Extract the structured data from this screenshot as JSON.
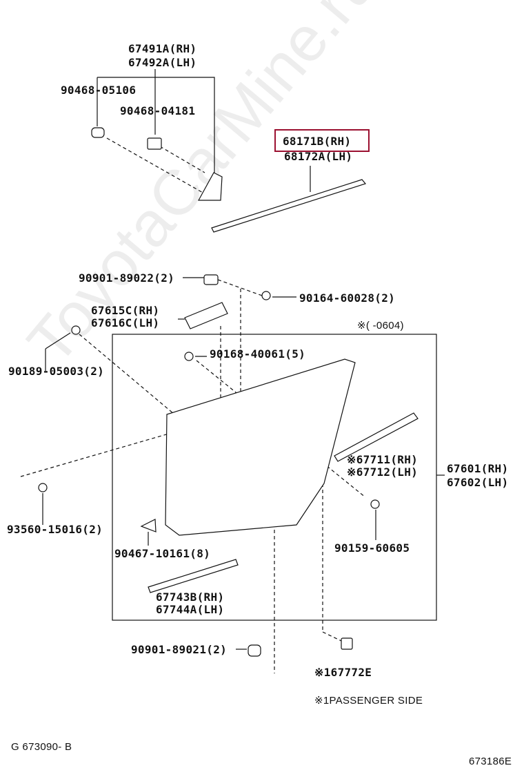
{
  "parts": {
    "p67491": "67491A(RH)",
    "p67492": "67492A(LH)",
    "p90468_05106": "90468-05106",
    "p90468_04181": "90468-04181",
    "p68171": "68171B(RH)",
    "p68172": "68172A(LH)",
    "p90901_89022": "90901-89022(2)",
    "p90164": "90164-60028(2)",
    "p67615": "67615C(RH)",
    "p67616": "67616C(LH)",
    "p90189": "90189-05003(2)",
    "p90168": "90168-40061(5)",
    "p67711": "※67711(RH)",
    "p67712": "※67712(LH)",
    "p67601": "67601(RH)",
    "p67602": "67602(LH)",
    "p93560": "93560-15016(2)",
    "p90467": "90467-10161(8)",
    "p90159": "90159-60605",
    "p67743": "67743B(RH)",
    "p67744": "67744A(LH)",
    "p90901_89021": "90901-89021(2)",
    "p67772": "※167772E"
  },
  "notes": {
    "date_range": "※(    -0604)",
    "passenger_side": "※1PASSENGER SIDE",
    "catalog_code": "G  673090- B",
    "diagram_code": "673186E"
  },
  "watermark": "ToyotaCarMine.ru",
  "colors": {
    "highlight": "#9b1030",
    "line": "#111111"
  }
}
